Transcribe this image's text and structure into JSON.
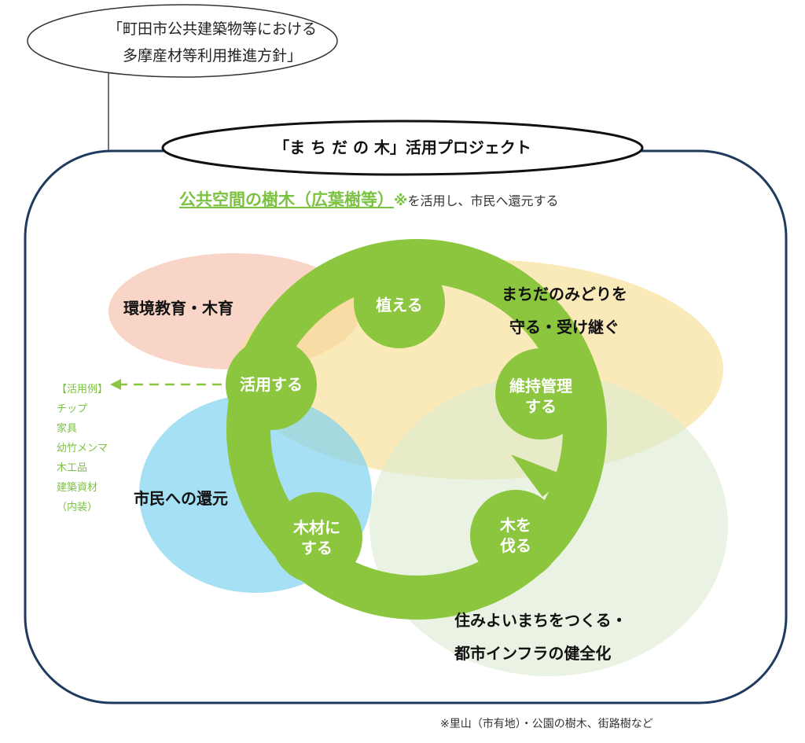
{
  "top_note": {
    "line1": "「町田市公共建築物等における",
    "line2": "多摩産材等利用推進方針」"
  },
  "project": {
    "title": "「ま ち だ の 木」活用プロジェクト",
    "subtitle_highlight": "公共空間の樹木（広葉樹等）",
    "subtitle_mark": "※",
    "subtitle_rest": "を活用し、市民へ還元する"
  },
  "areas": {
    "education": "環境教育・木育",
    "green_line1": "まちだのみどりを",
    "green_line2": "守る・受け継ぐ",
    "citizens": "市民への還元",
    "infra_line1": "住みよいまちをつくる・",
    "infra_line2": "都市インフラの健全化"
  },
  "cycle": {
    "plant": "植える",
    "maintain_line1": "維持管理",
    "maintain_line2": "する",
    "cut_line1": "木を",
    "cut_line2": "伐る",
    "lumber_line1": "木材に",
    "lumber_line2": "する",
    "use": "活用する"
  },
  "examples": {
    "title": "【活用例】",
    "items": [
      "チップ",
      "家具",
      "幼竹メンマ",
      "木工品",
      "建築資材",
      "（内装）"
    ]
  },
  "footnote": "※里山（市有地）・公園の樹木、街路樹など",
  "colors": {
    "green": "#8cc63f",
    "frame": "#1f3a5f",
    "salmon": "#f4b9a0",
    "yellow": "#f9df94",
    "blue": "#7fd3f0",
    "pale_green": "#dcebd0"
  }
}
